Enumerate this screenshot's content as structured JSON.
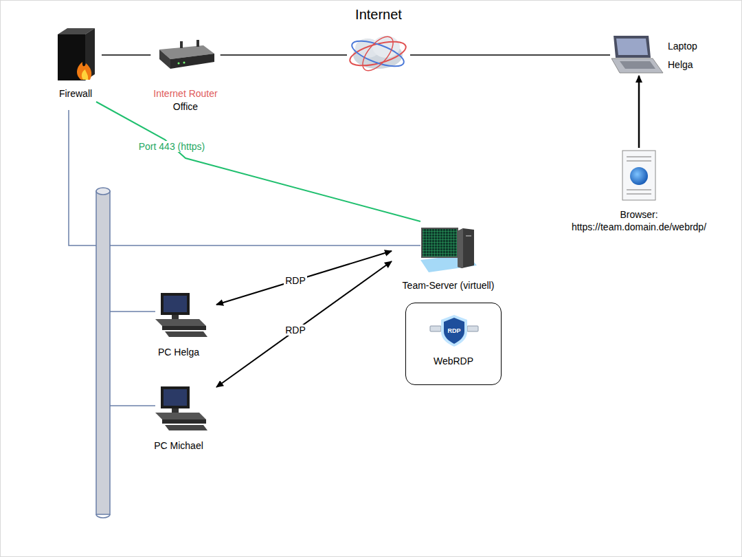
{
  "diagram": {
    "nodes": [
      {
        "text": [
          "Firewall"
        ]
      },
      {
        "text": [
          "Internet Router",
          "Office"
        ]
      },
      {
        "text": [
          "Internet"
        ]
      },
      {
        "text": [
          "Laptop Helga"
        ]
      },
      {
        "text": [
          "Browser: https://team.domain.de/webrdp/"
        ]
      },
      {
        "text": [
          "Team-Server (virtuell)"
        ]
      },
      {
        "text": [
          "WebRDP"
        ]
      },
      {
        "text": [
          "PC Helga"
        ]
      },
      {
        "text": [
          "PC Michael"
        ]
      }
    ],
    "edges": [
      {
        "from": 0,
        "to": 1,
        "arrow": "none"
      },
      {
        "from": 1,
        "to": 2,
        "arrow": "none"
      },
      {
        "from": 2,
        "to": 3,
        "arrow": "none"
      },
      {
        "from": 4,
        "to": 3,
        "arrow": "to"
      },
      {
        "from": 0,
        "to": 5,
        "label": "Port 443 (https)",
        "arrow": "none"
      },
      {
        "from": 5,
        "to": 7,
        "label": "RDP",
        "arrow": "both"
      },
      {
        "from": 5,
        "to": 8,
        "label": "RDP",
        "arrow": "both"
      }
    ],
    "labels": [
      "RDP"
    ]
  }
}
